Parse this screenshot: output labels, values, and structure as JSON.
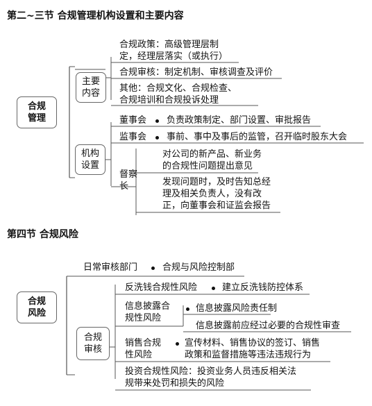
{
  "section1": {
    "title": "第二~三节 合规管理机构设置和主要内容",
    "root": "合规\n管理",
    "main_content": {
      "label": "主要\n内容",
      "items": [
        "合规政策：高级管理层制\n定，经理层落实（或执行）",
        "合规审核：制定机制、审核调查及评价",
        "其他：合规文化、合规检查、\n合规培训和合规投诉处理"
      ]
    },
    "org": {
      "label": "机构\n设置",
      "board_label": "董事会",
      "board_text": "负责政策制定、部门设置、审批报告",
      "supervisors_label": "监事会",
      "supervisors_text": "事前、事中及事后的监管，召开临时股东大会",
      "inspector_label": "督察\n长",
      "inspector_text1": "对公司的新产品、新业务\n的合规性问题提出意见",
      "inspector_text2": "发现问题时，及时告知总经\n理及相关负责人，没有改\n正，向董事会和证监会报告"
    }
  },
  "section2": {
    "title": "第四节 合规风险",
    "root": "合规\n风险",
    "daily_label": "日常审核部门",
    "daily_text": "合规与风险控制部",
    "review": {
      "label": "合规\n审核",
      "aml_label": "反洗钱合规性风险",
      "aml_text": "建立反洗钱防控体系",
      "disclosure_label": "信息披露合\n规性风险",
      "disclosure_text1": "信息披露风险责任制",
      "disclosure_text2": "信息披露前应经过必要的合规性审查",
      "sales_label": "销售合规\n性风险",
      "sales_text": "宣传材料、销售协议的签订、销售\n政策和监督措施等违法违规行为",
      "invest_text": "投资合规性风险：投资业务人员违反相关法\n规带来处罚和损失的风险"
    }
  }
}
